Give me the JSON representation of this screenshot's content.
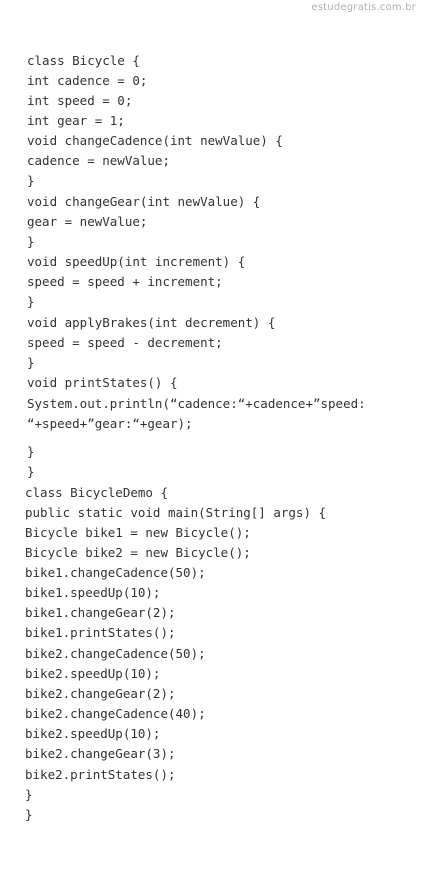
{
  "watermark": "estudegratis.com.br",
  "code_lines": [
    "class Bicycle {",
    "int cadence = 0;",
    "int speed = 0;",
    "int gear = 1;",
    "void changeCadence(int newValue) {",
    "cadence = newValue;",
    "}",
    "void changeGear(int newValue) {",
    "gear = newValue;",
    "}",
    "void speedUp(int increment) {",
    "speed = speed + increment;",
    "}",
    "void applyBrakes(int decrement) {",
    "speed = speed - decrement;",
    "}",
    "void printStates() {",
    "System.out.println(“cadence:“+cadence+”speed:",
    "“+speed+”gear:“+gear);",
    "}",
    "}",
    "class BicycleDemo {",
    "public static void main(String[] args) {",
    "Bicycle bike1 = new Bicycle();",
    "Bicycle bike2 = new Bicycle();",
    "bike1.changeCadence(50);",
    "bike1.speedUp(10);",
    "bike1.changeGear(2);",
    "bike1.printStates();",
    "bike2.changeCadence(50);",
    "bike2.speedUp(10);",
    "bike2.changeGear(2);",
    "bike2.changeCadence(40);",
    "bike2.speedUp(10);",
    "bike2.changeGear(3);",
    "bike2.printStates();",
    "}",
    "}"
  ]
}
